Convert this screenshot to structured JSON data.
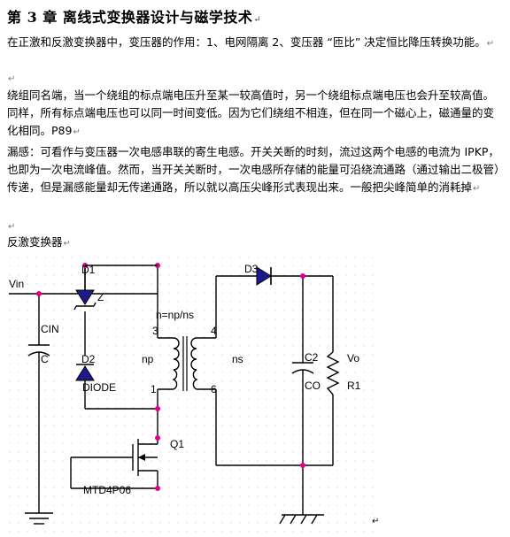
{
  "title": "第 3 章  离线式变换器设计与磁学技术",
  "para1": "在正激和反激变换器中，变压器的作用：1、电网隔离 2、变压器 “匝比” 决定恒比降压转换功能。",
  "para2": "绕组同名端，当一个绕组的标点端电压升至某一较高值时，另一个绕组标点端电压也会升至较高值。同样，所有标点端电压也可以同一时间变低。因为它们绕组不相连，但在同一个磁心上，磁通量的变化相同。P89",
  "para3": "漏感：可看作与变压器一次电感串联的寄生电感。开关关断的时刻，流过这两个电感的电流为 IPKP，也即为一次电流峰值。然而，当开关关断时，一次电感所存储的能量可沿绕流通路（通过输出二极管）传递，但是漏感能量却无传递通路，所以就以高压尖峰形式表现出来。一般把尖峰简单的消耗掉",
  "section_title": "反激变换器",
  "paragraph_mark": "↵",
  "circuit": {
    "vin": "Vin",
    "cin": "CIN",
    "c": "C",
    "d1": "D1",
    "z": "Z",
    "d2": "D2",
    "diode": "DIODE",
    "ratio": "n=np/ns",
    "pin3": "3",
    "pin4": "4",
    "pin1": "1",
    "pin6": "6",
    "np": "np",
    "ns": "ns",
    "d3": "D3",
    "c2": "C2",
    "co": "CO",
    "vo": "Vo",
    "r1": "R1",
    "q1": "Q1",
    "mosfet": "MTD4P06"
  },
  "colors": {
    "node": "#e0008c",
    "wire": "#000000",
    "grid": "#c8c8c8",
    "marks": "#7a7a7a"
  }
}
